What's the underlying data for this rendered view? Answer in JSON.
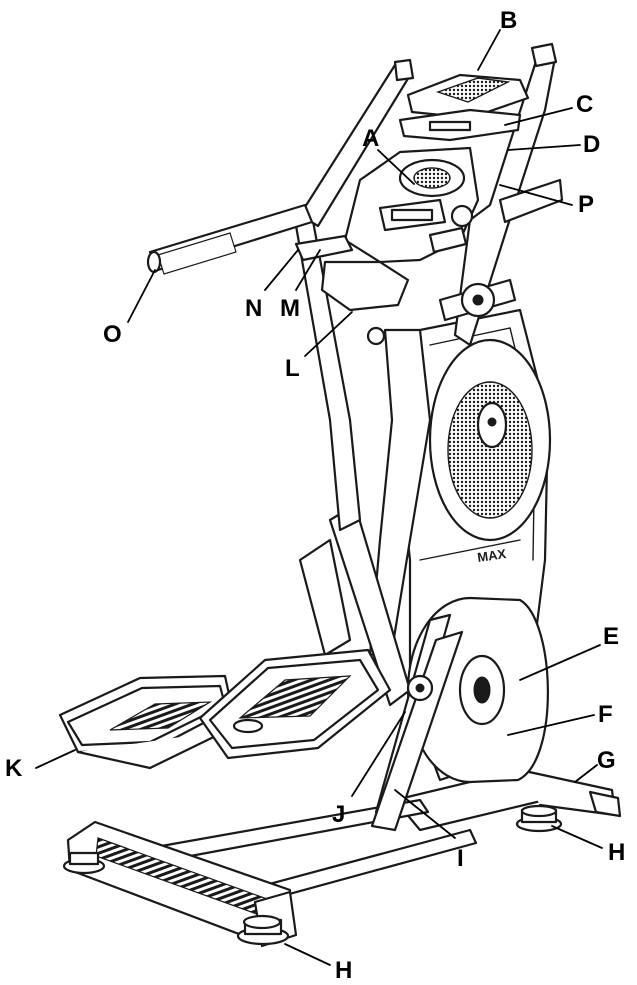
{
  "diagram": {
    "brand_mark": "MAX",
    "callouts": [
      {
        "id": "A",
        "label": "A"
      },
      {
        "id": "B",
        "label": "B"
      },
      {
        "id": "C",
        "label": "C"
      },
      {
        "id": "D",
        "label": "D"
      },
      {
        "id": "P",
        "label": "P"
      },
      {
        "id": "N",
        "label": "N"
      },
      {
        "id": "M",
        "label": "M"
      },
      {
        "id": "O",
        "label": "O"
      },
      {
        "id": "L",
        "label": "L"
      },
      {
        "id": "E",
        "label": "E"
      },
      {
        "id": "F",
        "label": "F"
      },
      {
        "id": "G",
        "label": "G"
      },
      {
        "id": "H1",
        "label": "H"
      },
      {
        "id": "H2",
        "label": "H"
      },
      {
        "id": "K",
        "label": "K"
      },
      {
        "id": "J",
        "label": "J"
      },
      {
        "id": "I",
        "label": "I"
      }
    ]
  }
}
